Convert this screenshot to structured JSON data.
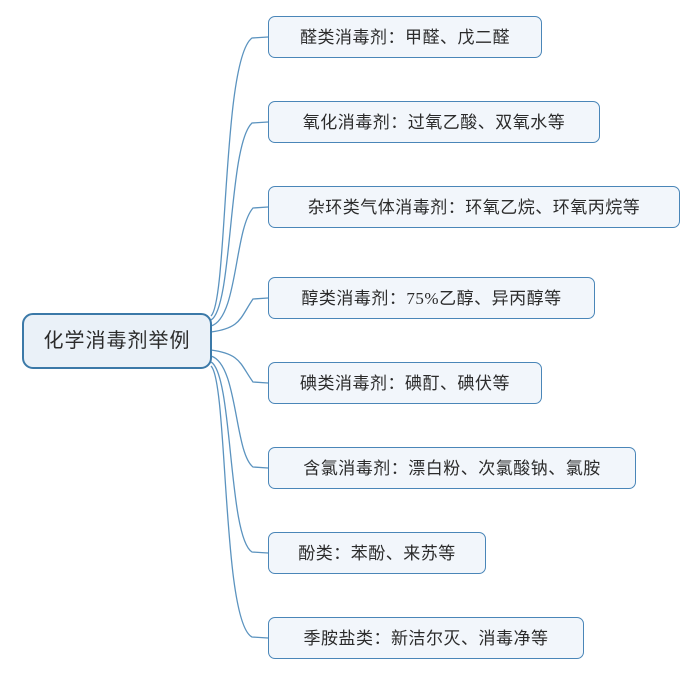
{
  "diagram": {
    "type": "mindmap",
    "root": {
      "label": "化学消毒剂举例"
    },
    "branches": [
      {
        "label": "醛类消毒剂：甲醛、戊二醛"
      },
      {
        "label": "氧化消毒剂：过氧乙酸、双氧水等"
      },
      {
        "label": "杂环类气体消毒剂：环氧乙烷、环氧丙烷等"
      },
      {
        "label": "醇类消毒剂：75%乙醇、异丙醇等"
      },
      {
        "label": "碘类消毒剂：碘酊、碘伏等"
      },
      {
        "label": "含氯消毒剂：漂白粉、次氯酸钠、氯胺"
      },
      {
        "label": "酚类：苯酚、来苏等"
      },
      {
        "label": "季胺盐类：新洁尔灭、消毒净等"
      }
    ],
    "colors": {
      "background": "#ffffff",
      "node_fill": "#f2f6fb",
      "node_border": "#4a86b8",
      "root_fill": "#eaf1f8",
      "root_border": "#3b79a8",
      "connector": "#5b93bf",
      "text": "#2b2b2b"
    }
  }
}
